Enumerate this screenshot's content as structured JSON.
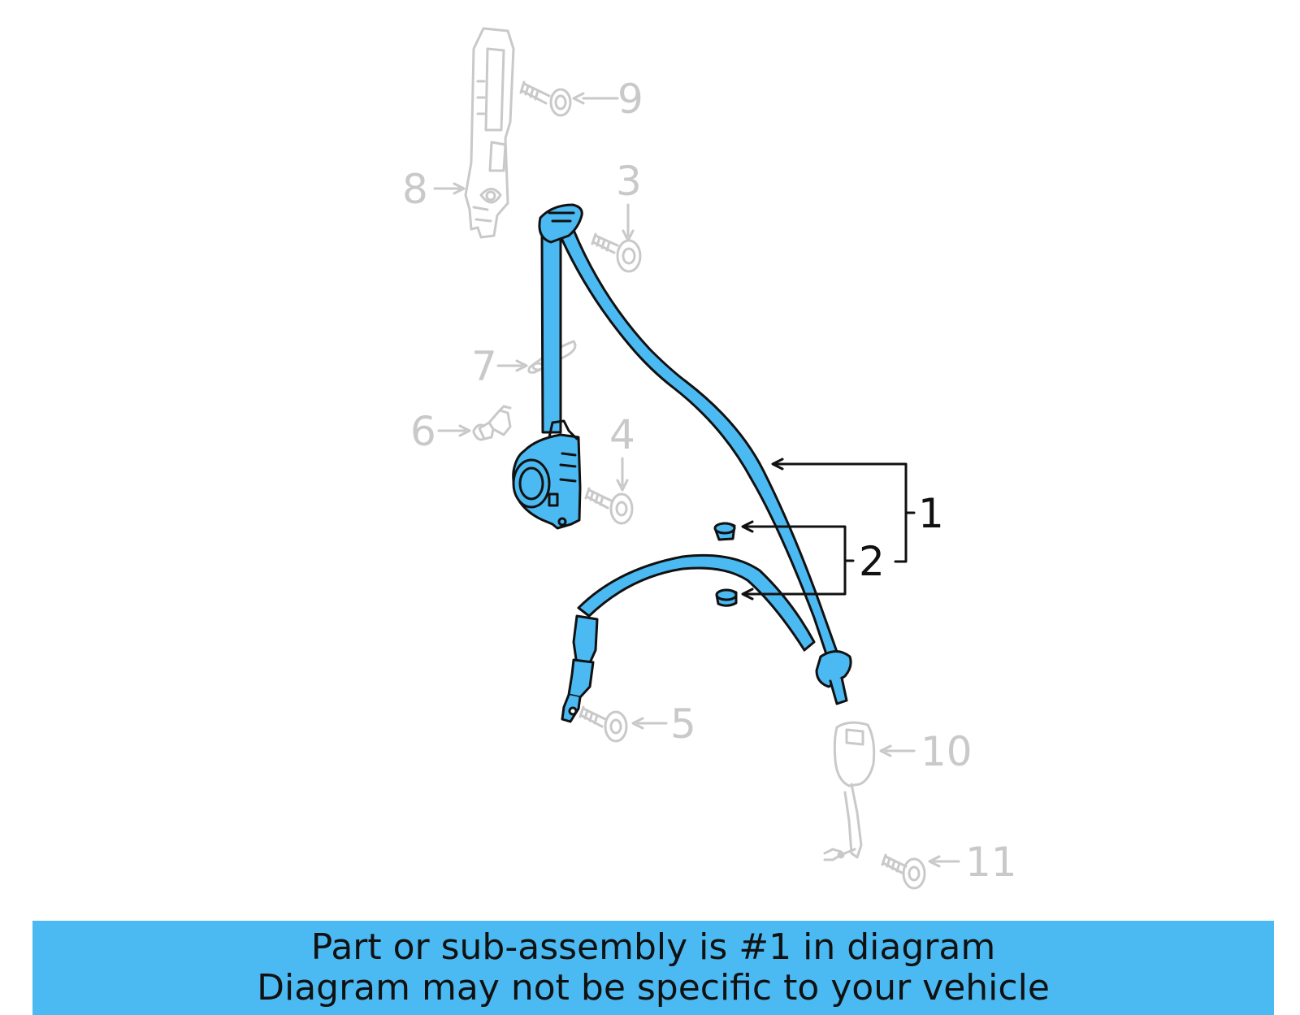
{
  "colors": {
    "highlight_fill": "#4cbaf2",
    "highlight_stroke": "#111111",
    "ghost_stroke": "#c9c9c9",
    "banner_background": "#4cbaf2"
  },
  "callouts": {
    "c1": "1",
    "c2": "2",
    "c3": "3",
    "c4": "4",
    "c5": "5",
    "c6": "6",
    "c7": "7",
    "c8": "8",
    "c9": "9",
    "c10": "10",
    "c11": "11"
  },
  "banner": {
    "line1": "Part or sub-assembly is #1 in diagram",
    "line2": "Diagram may not be specific to your vehicle"
  }
}
